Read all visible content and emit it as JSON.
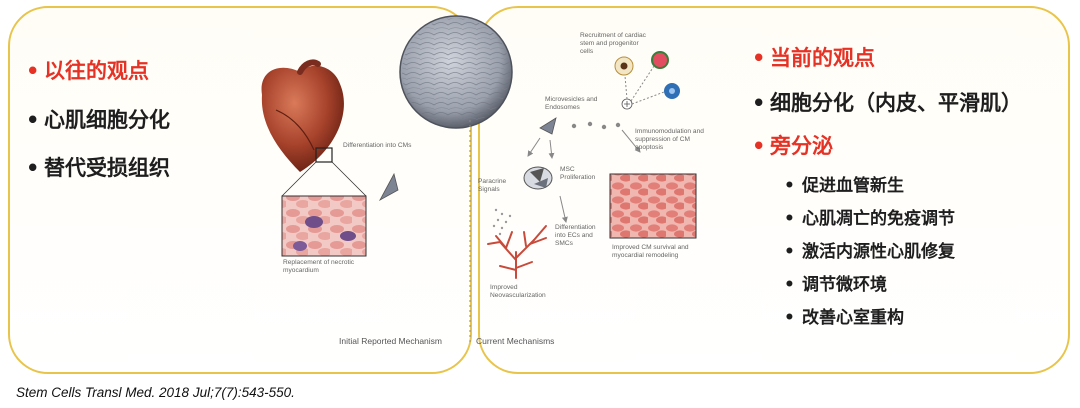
{
  "left_panel": {
    "heading": "以往的观点",
    "points": [
      "心肌细胞分化",
      "替代受损组织"
    ]
  },
  "right_panel": {
    "heading1": "当前的观点",
    "point1": "细胞分化（内皮、平滑肌）",
    "heading2": "旁分泌",
    "subpoints": [
      "促进血管新生",
      "心肌凋亡的免疫调节",
      "激活内源性心肌修复",
      "调节微环境",
      "改善心室重构"
    ]
  },
  "diagram_labels": {
    "recruitment": "Recruitment of cardiac\nstem and progenitor\ncells",
    "microvesicles": "Microvesicles and\nEndosomes",
    "immunomodulation": "Immunomodulation and\nsuppression of CM\napoptosis",
    "differentiation_cms": "Differentiation into CMs",
    "msc_proliferation": "MSC\nProliferation",
    "paracrine": "Paracrine\nSignals",
    "differentiation_ecs": "Differentiation\ninto ECs and\nSMCs",
    "improved_cm": "Improved CM survival and\nmyocardial remodeling",
    "replacement": "Replacement of necrotic\nmyocardium",
    "neovascularization": "Improved\nNeovascularization",
    "initial_mechanism": "Initial Reported Mechanism",
    "current_mechanism": "Current Mechanisms"
  },
  "citation": "Stem Cells Transl Med. 2018 Jul;7(7):543-550.",
  "colors": {
    "frame_border": "#e8c44a",
    "heading_red": "#e63225",
    "text_dark": "#1e1e1e"
  }
}
